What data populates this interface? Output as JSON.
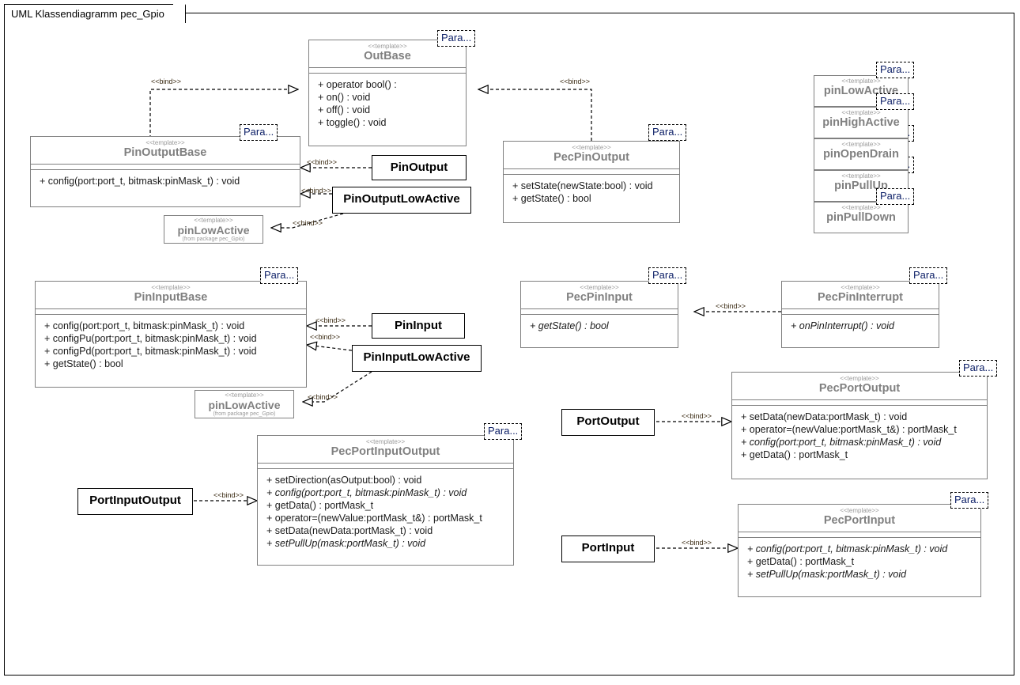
{
  "diagram": {
    "title": "UML Klassendiagramm pec_Gpio",
    "stereotype_template": "<<template>>",
    "param_box_label": "Para...",
    "bind_label": "<<bind>>",
    "from_package": "(from package pec_Gpio)"
  },
  "classes": {
    "outbase": {
      "name": "OutBase",
      "ops": [
        "+ operator bool() :",
        "+ on() : void",
        "+ off() : void",
        "+ toggle() : void"
      ]
    },
    "pinoutputbase": {
      "name": "PinOutputBase",
      "ops": [
        "+ config(port:port_t, bitmask:pinMask_t) : void"
      ]
    },
    "pecpinoutput": {
      "name": "PecPinOutput",
      "ops": [
        "+ setState(newState:bool) : void",
        "+ getState() : bool"
      ]
    },
    "pinoutput": {
      "name": "PinOutput"
    },
    "pinoutputlowactive": {
      "name": "PinOutputLowActive"
    },
    "pinlowactive_out": {
      "name": "pinLowActive"
    },
    "pinlowactive_in": {
      "name": "pinLowActive"
    },
    "pinlowactive": {
      "name": "pinLowActive"
    },
    "pinhighactive": {
      "name": "pinHighActive"
    },
    "pinopendrain": {
      "name": "pinOpenDrain"
    },
    "pinpullup": {
      "name": "pinPullUp"
    },
    "pinpulldown": {
      "name": "pinPullDown"
    },
    "pininputbase": {
      "name": "PinInputBase",
      "ops": [
        "+ config(port:port_t, bitmask:pinMask_t) : void",
        "+ configPu(port:port_t, bitmask:pinMask_t) : void",
        "+ configPd(port:port_t, bitmask:pinMask_t) : void",
        "+ getState() : bool"
      ]
    },
    "pininput": {
      "name": "PinInput"
    },
    "pininputlowactive": {
      "name": "PinInputLowActive"
    },
    "pecpininput": {
      "name": "PecPinInput",
      "ops": [
        "+ getState() : bool"
      ]
    },
    "pecpininterrupt": {
      "name": "PecPinInterrupt",
      "ops": [
        "+ onPinInterrupt() : void"
      ]
    },
    "pecportoutput": {
      "name": "PecPortOutput",
      "ops": [
        "+ setData(newData:portMask_t) : void",
        "+ operator=(newValue:portMask_t&) : portMask_t",
        "+ config(port:port_t, bitmask:pinMask_t) : void",
        "+ getData() : portMask_t"
      ]
    },
    "portoutput": {
      "name": "PortOutput"
    },
    "pecportinputoutput": {
      "name": "PecPortInputOutput",
      "ops": [
        "+ setDirection(asOutput:bool) : void",
        "+ config(port:port_t, bitmask:pinMask_t) : void",
        "+ getData() : portMask_t",
        "+ operator=(newValue:portMask_t&) : portMask_t",
        "+ setData(newData:portMask_t) : void",
        "+ setPullUp(mask:portMask_t) : void"
      ]
    },
    "portinputoutput": {
      "name": "PortInputOutput"
    },
    "pecportinput": {
      "name": "PecPortInput",
      "ops": [
        "+ config(port:port_t, bitmask:pinMask_t) : void",
        "+ getData() : portMask_t",
        "+ setPullUp(mask:portMask_t) : void"
      ]
    },
    "portinput": {
      "name": "PortInput"
    }
  },
  "colors": {
    "template_border": "#808080",
    "template_title": "#808080",
    "plain_border": "#000000",
    "param_text": "#0b1e66",
    "bind_label": "#3a2a12",
    "background": "#ffffff"
  }
}
